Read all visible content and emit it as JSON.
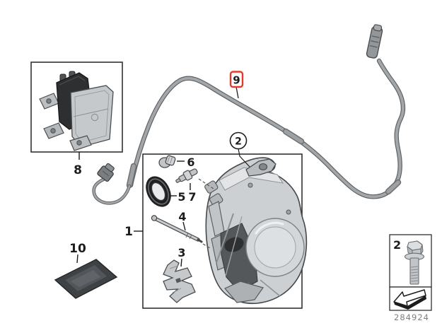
{
  "callouts": {
    "part1": "1",
    "part2": "2",
    "part3": "3",
    "part4": "4",
    "part5": "5",
    "part6": "6",
    "part7": "7",
    "part8": "8",
    "part9": "9",
    "part10": "10",
    "fastener2": "2"
  },
  "highlighted_callout": "9",
  "footer": {
    "doc_number": "284924"
  },
  "colors": {
    "highlight_red": "#e43b2e",
    "line": "#2f3133",
    "metal_light": "#cdd0d2",
    "cable_gray": "#a4a7aa",
    "pad_dark": "#2d2f31"
  }
}
